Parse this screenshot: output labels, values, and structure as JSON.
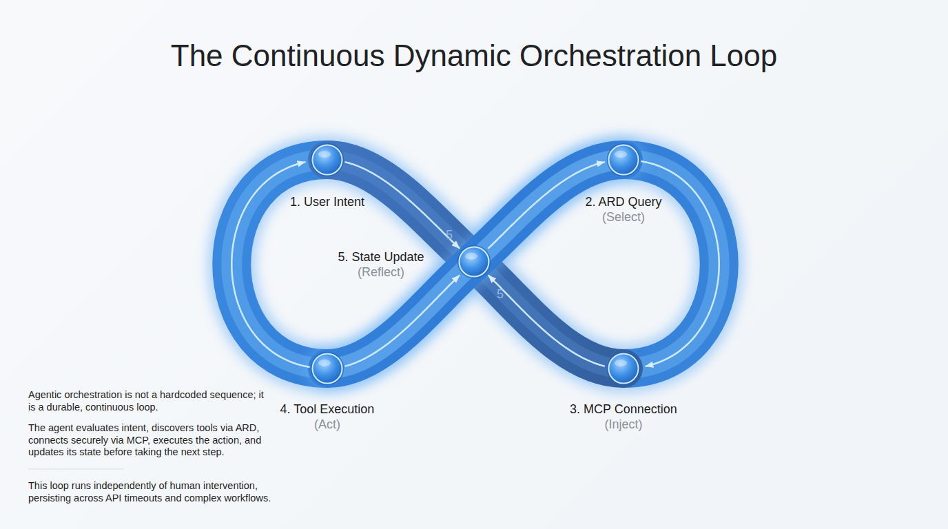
{
  "diagram": {
    "title": "The Continuous Dynamic Orchestration Loop",
    "nodes": [
      {
        "text": [
          "1. User Intent"
        ]
      },
      {
        "text": [
          "2. ARD Query",
          "(Select)"
        ]
      },
      {
        "text": [
          "3. MCP Connection",
          "(Inject)"
        ]
      },
      {
        "text": [
          "4. Tool Execution",
          "(Act)"
        ]
      },
      {
        "text": [
          "5. State Update",
          "(Reflect)"
        ]
      }
    ],
    "edges": [
      {
        "from": 0,
        "to": 4,
        "arrow": "to"
      },
      {
        "from": 4,
        "to": 1,
        "arrow": "to"
      },
      {
        "from": 1,
        "to": 2,
        "arrow": "to"
      },
      {
        "from": 2,
        "to": 4,
        "arrow": "to"
      },
      {
        "from": 3,
        "to": 4,
        "arrow": "to"
      },
      {
        "from": 3,
        "to": 0,
        "arrow": "to"
      }
    ],
    "labels": [
      "5",
      "5",
      "Agentic orchestration is not a hardcoded sequence; it is a durable, continuous loop.",
      "The agent evaluates intent, discovers tools via ARD, connects securely via MCP, executes the action, and updates its state before taking the next step.",
      "This loop runs independently of human intervention, persisting across API timeouts and complex workflows."
    ]
  }
}
